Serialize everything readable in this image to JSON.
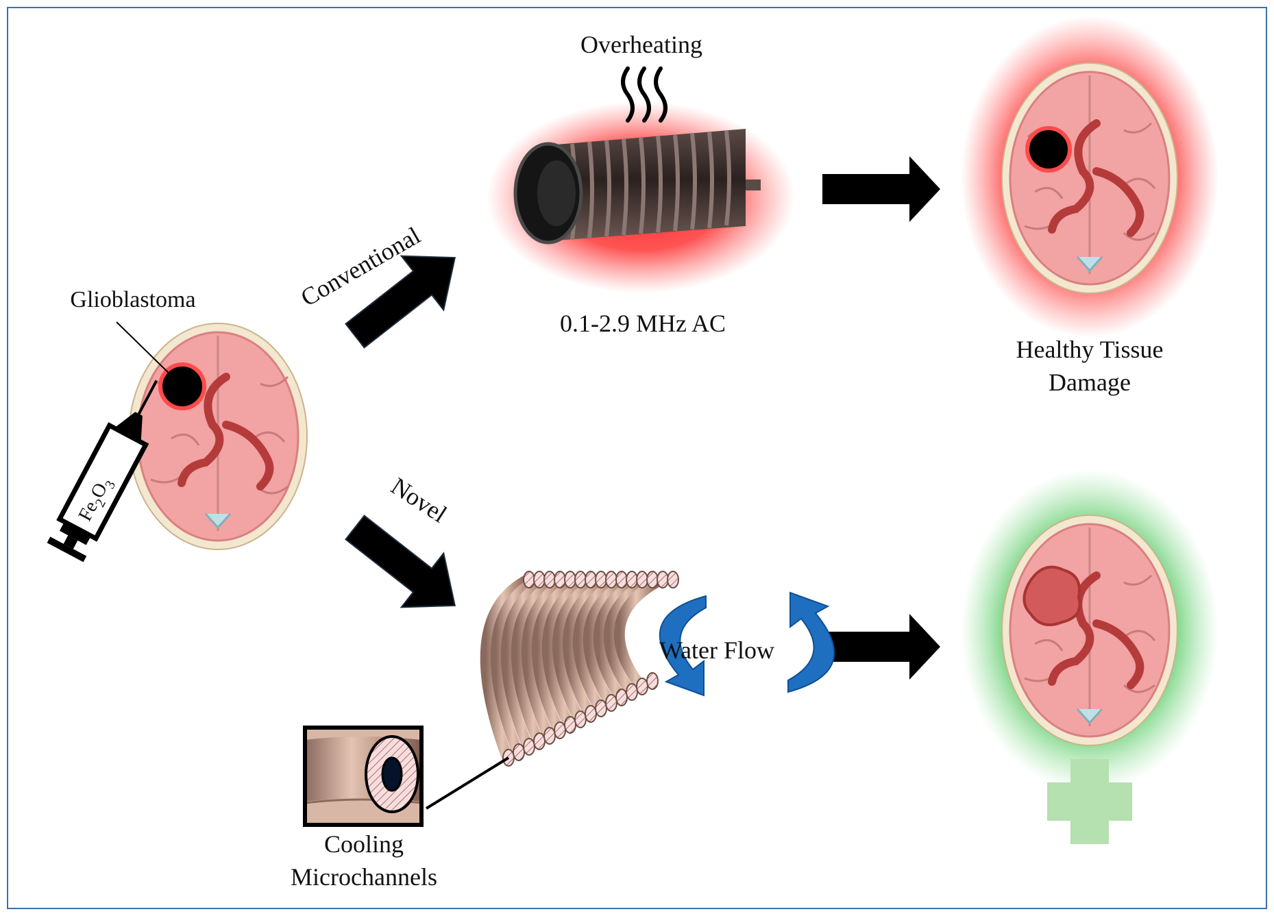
{
  "labels": {
    "overheating": "Overheating",
    "frequency": "0.1-2.9 MHz AC",
    "conventional": "Conventional",
    "novel": "Novel",
    "glioblastoma": "Glioblastoma",
    "drug_base": "Fe",
    "drug_sub1": "2",
    "drug_mid": "O",
    "drug_sub2": "3",
    "damage_line1": "Healthy Tissue",
    "damage_line2": "Damage",
    "water_flow": "Water Flow",
    "cooling_line1": "Cooling",
    "cooling_line2": "Microchannels"
  },
  "colors": {
    "frame": "#3b6fb0",
    "brain_pink": "#f2a3a3",
    "brain_vessel": "#b53b3b",
    "skull": "#f3e7cf",
    "heat_glow": "#ff2020",
    "cool_glow": "#3fbf4f",
    "water_arrow": "#1f6fc0",
    "copper": "#c9a08e",
    "plus_green": "#b5e0b0"
  }
}
